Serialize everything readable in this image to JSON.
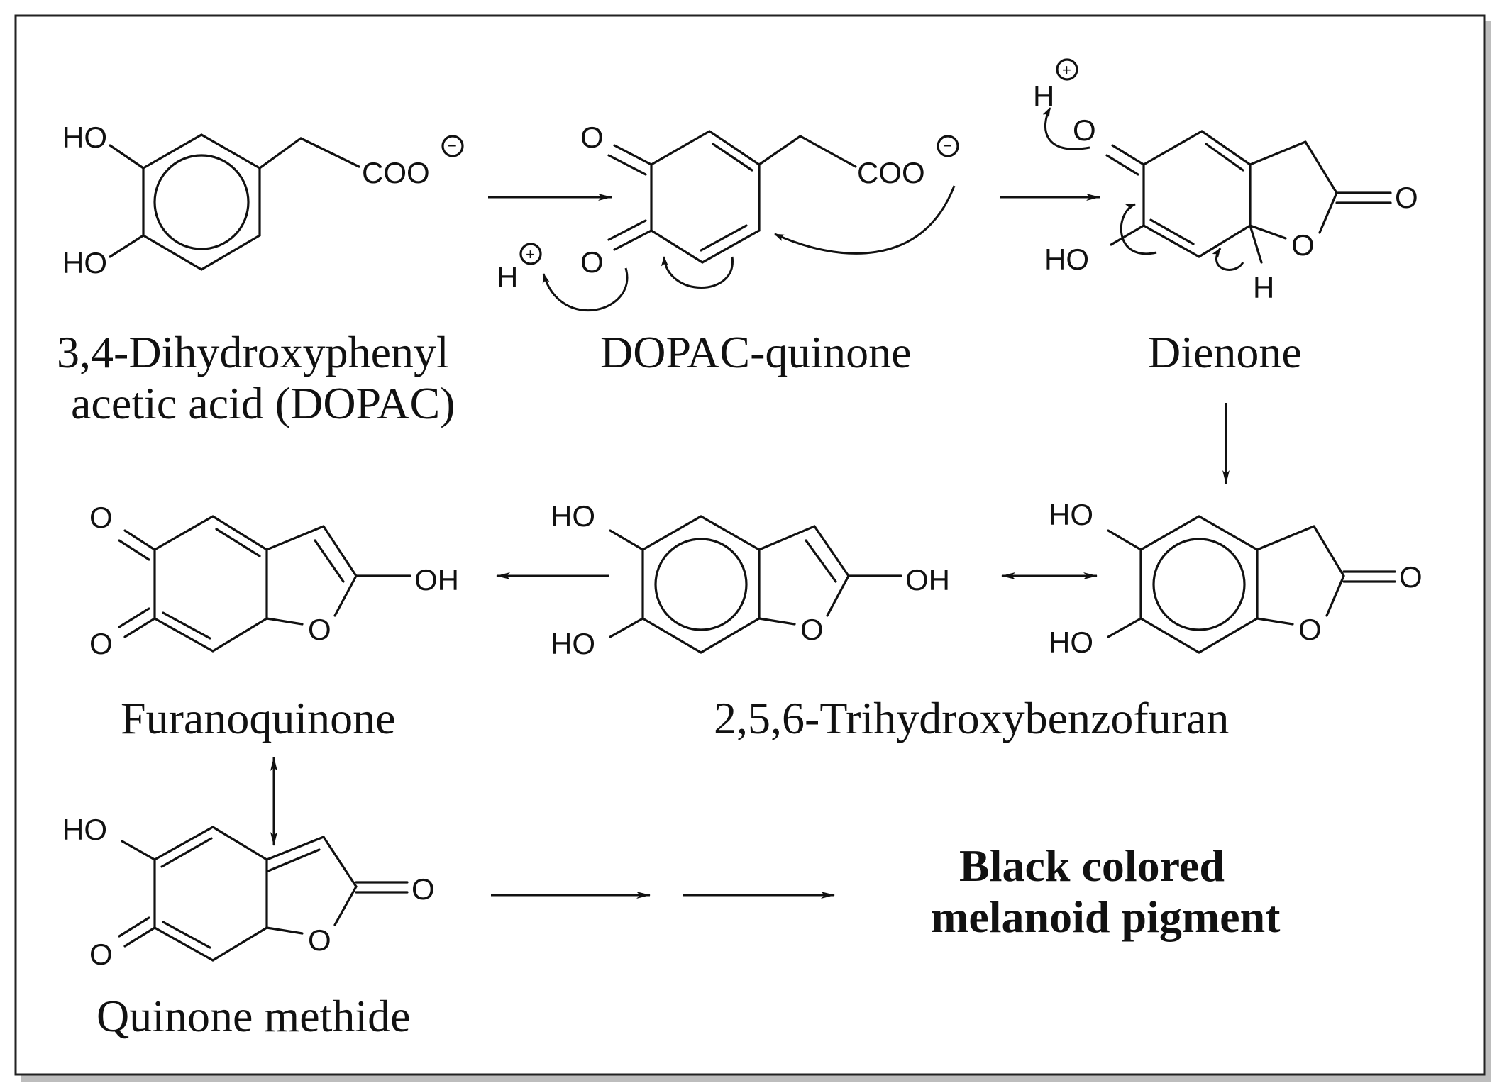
{
  "atoms": {
    "ho": "HO",
    "oh": "OH",
    "o": "O",
    "h": "H",
    "coo": "COO",
    "minus": "−",
    "plus": "+"
  },
  "compounds": {
    "dopac_line1": "3,4-Dihydroxyphenyl",
    "dopac_line2": "acetic acid (DOPAC)",
    "dopac_quinone": "DOPAC-quinone",
    "dienone": "Dienone",
    "trihydroxybenzofuran": "2,5,6-Trihydroxybenzofuran",
    "furanoquinone": "Furanoquinone",
    "quinone_methide": "Quinone methide",
    "melanoid_line1": "Black colored",
    "melanoid_line2": "melanoid pigment"
  }
}
